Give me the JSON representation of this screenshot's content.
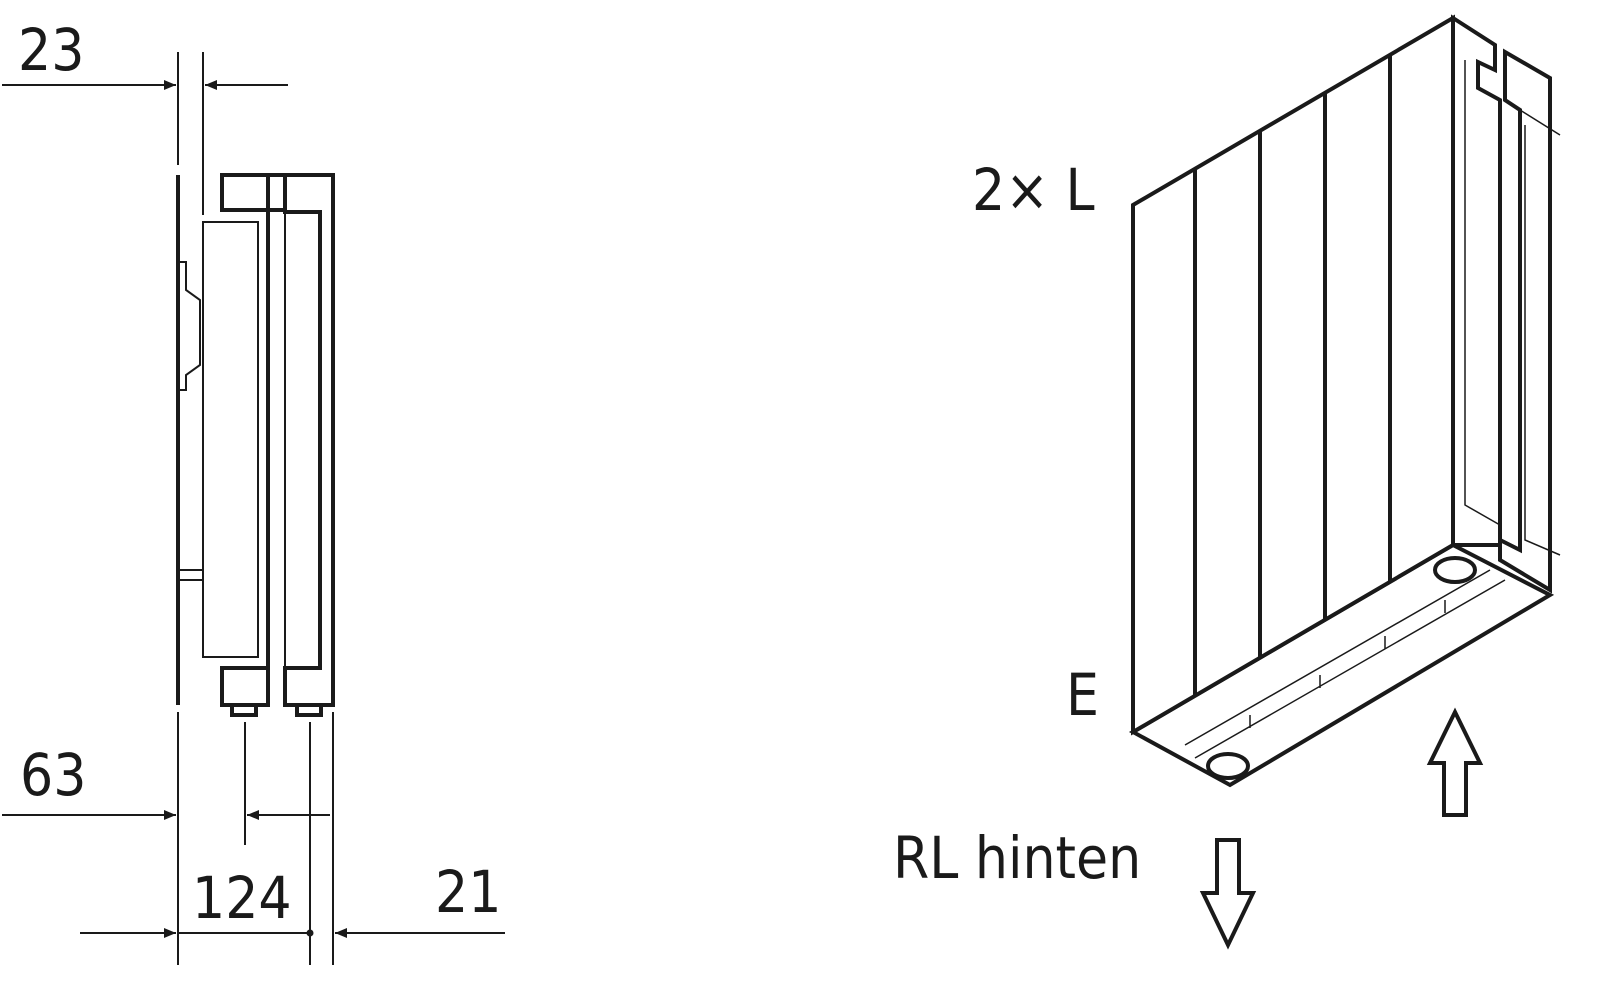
{
  "side_view": {
    "dim_top": "23",
    "dim_left": "63",
    "dim_depth": "124",
    "dim_right": "21"
  },
  "iso_view": {
    "connection_label": "2× L",
    "label_e": "E",
    "return_label": "RL hinten"
  },
  "colors": {
    "line": "#1a1a1a",
    "background": "#ffffff"
  }
}
